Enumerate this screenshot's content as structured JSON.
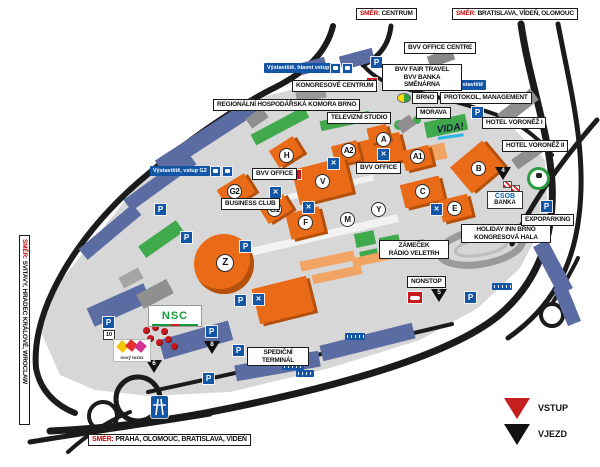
{
  "icons": {
    "parking": "P",
    "cross": "✕"
  },
  "directions": {
    "prefix": "SMĚR:",
    "centrum": "CENTRUM",
    "bratislava": "BRATISLAVA, VÍDEŇ, OLOMOUC",
    "praha": "PRAHA, OLOMOUC, BRATISLAVA, VÍDEŇ",
    "svitavy": "SVITAVY, HRADEC KRÁLOVÉ, WROCLAW"
  },
  "labels": {
    "bvv_office_centre": "BVV OFFICE CENTRE",
    "bvv_fair_travel": "BVV FAIR TRAVEL",
    "bvv_banka": "BVV BANKA",
    "smenarna": "SMĚNÁRNA",
    "kongresove_centrum": "KONGRESOVÉ CENTRUM",
    "regionalni_komora": "REGIONÁLNÍ HOSPODÁŘSKÁ KOMORA BRNO",
    "televizni_studio": "TELEVIZNÍ STUDIO",
    "brno": "BRNO",
    "morava": "MORAVA",
    "protokol": "PROTOKOL, MANAGEMENT",
    "hotel_voronez_1": "HOTEL VORONĚŽ I",
    "hotel_voronez_2": "HOTEL VORONĚŽ II",
    "bvv_office_west": "BVV OFFICE",
    "bvv_office_a": "BVV OFFICE",
    "business_club": "BUSINESS CLUB",
    "zamecek_line1": "ZÁMEČEK",
    "zamecek_line2": "RÁDIO VELETRH",
    "holiday_line1": "HOLIDAY INN BRNO",
    "holiday_line2": "KONGRESOVÁ HALA",
    "nonstop": "NONSTOP",
    "expoparking": "EXPOPARKING",
    "spedicni_line1": "SPEDIČNÍ",
    "spedicni_line2": "TERMINÁL"
  },
  "transit": {
    "stop_main": "Výstaviště, hlavní vstup",
    "stop_g2": "Výstaviště, vstup G2",
    "stop_east": "Výstaviště"
  },
  "pavilions": {
    "a": "A",
    "a1": "A1",
    "a2": "A2",
    "b": "B",
    "c": "C",
    "e": "E",
    "f": "F",
    "g1": "G1",
    "g2": "G2",
    "h": "H",
    "m": "M",
    "v": "V",
    "y": "Y",
    "z": "Z"
  },
  "gates": {
    "g1": "1",
    "g4": "4",
    "g5": "5",
    "g6": "6",
    "g8": "8"
  },
  "parking_numbers": {
    "p10": "10"
  },
  "legend": {
    "vstup": "VSTUP",
    "vjezd": "VJEZD"
  },
  "logos": {
    "nsc": "NSC",
    "vida": "VIDA!",
    "csob": "ČSOB",
    "csob_sub": "BANKA",
    "small_caption": "nový tuzex"
  },
  "colors": {
    "pavilion_orange": "#E96B17",
    "parking_area_blue": "#5B6CA3",
    "green_area": "#3FA94C",
    "road_black": "#1B1B1B",
    "sign_blue": "#1456A6",
    "accent_red": "#C8191E"
  }
}
